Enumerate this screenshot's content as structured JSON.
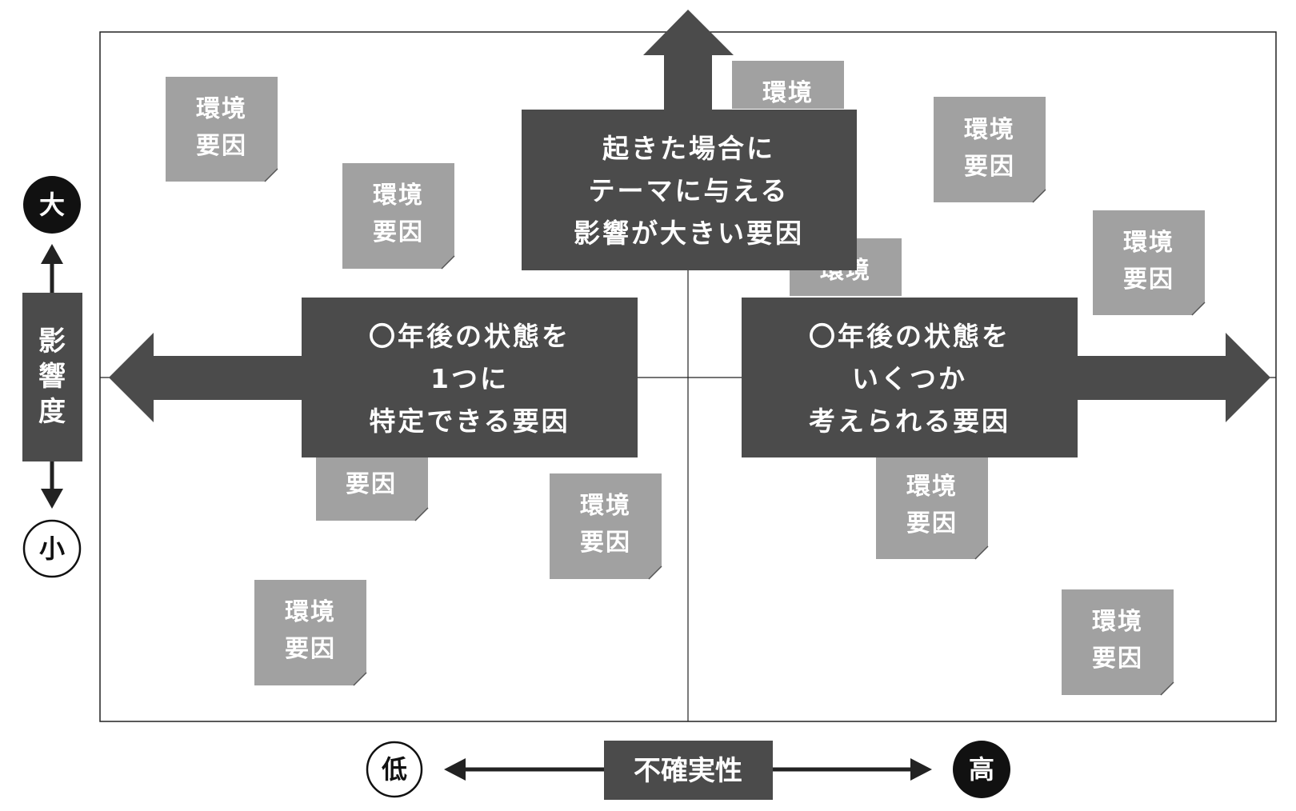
{
  "colors": {
    "dark": "#4b4b4b",
    "note": "#a1a1a1",
    "black": "#111111",
    "line": "#222222"
  },
  "notes": [
    {
      "line1": "環境",
      "line2": "要因"
    },
    {
      "line1": "環境",
      "line2": "要因"
    },
    {
      "line1": "環境",
      "line2": ""
    },
    {
      "line1": "環境",
      "line2": "要因"
    },
    {
      "line1": "環境",
      "line2": "要因"
    },
    {
      "line1": "環境",
      "line2": ""
    },
    {
      "line1": "",
      "line2": "要因"
    },
    {
      "line1": "環境",
      "line2": "要因"
    },
    {
      "line1": "環境",
      "line2": "要因"
    },
    {
      "line1": "環境",
      "line2": "要因"
    },
    {
      "line1": "環境",
      "line2": "要因"
    }
  ],
  "boxes": {
    "top": {
      "lines": [
        "起きた場合に",
        "テーマに与える",
        "影響が大きい要因"
      ]
    },
    "left": {
      "lines": [
        "〇年後の状態を",
        "1つに",
        "特定できる要因"
      ]
    },
    "right": {
      "lines": [
        "〇年後の状態を",
        "いくつか",
        "考えられる要因"
      ]
    }
  },
  "vertical_axis": {
    "label_chars": [
      "影",
      "響",
      "度"
    ],
    "high": "大",
    "low": "小"
  },
  "horizontal_axis": {
    "label": "不確実性",
    "low": "低",
    "high": "高"
  }
}
